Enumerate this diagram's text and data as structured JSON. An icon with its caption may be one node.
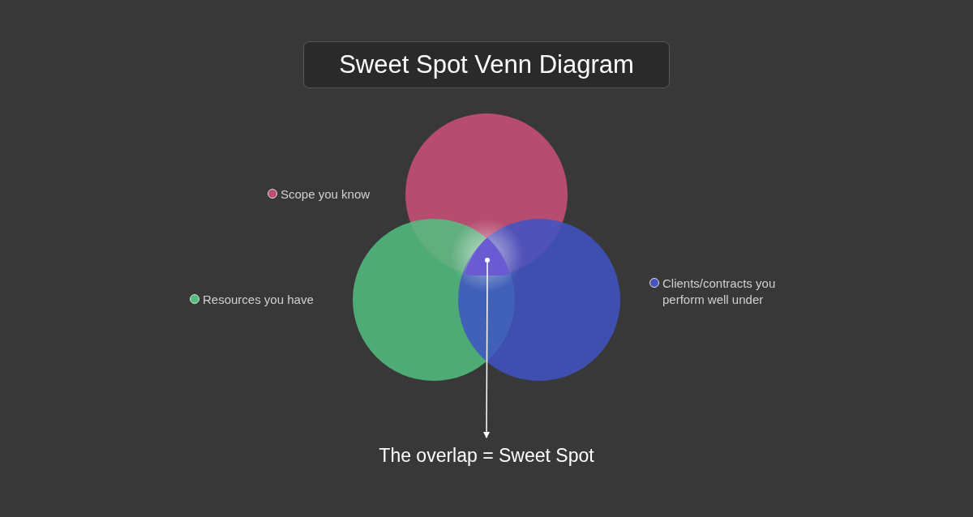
{
  "diagram": {
    "title": "Sweet Spot Venn Diagram",
    "nodes": [
      {
        "text": [],
        "shape": "triangle"
      },
      {
        "text": [
          "The overlap = Sweet Spot"
        ]
      }
    ],
    "edges": [
      {
        "from": 0,
        "to": 1,
        "arrow": "to"
      }
    ],
    "legend": [
      {
        "text": "Scope you know",
        "color": "#b94f72"
      },
      {
        "text": "Resources you have",
        "color": "#52be80"
      },
      {
        "text": "Clients/contracts you perform well under",
        "color": "#4654c0"
      }
    ]
  }
}
